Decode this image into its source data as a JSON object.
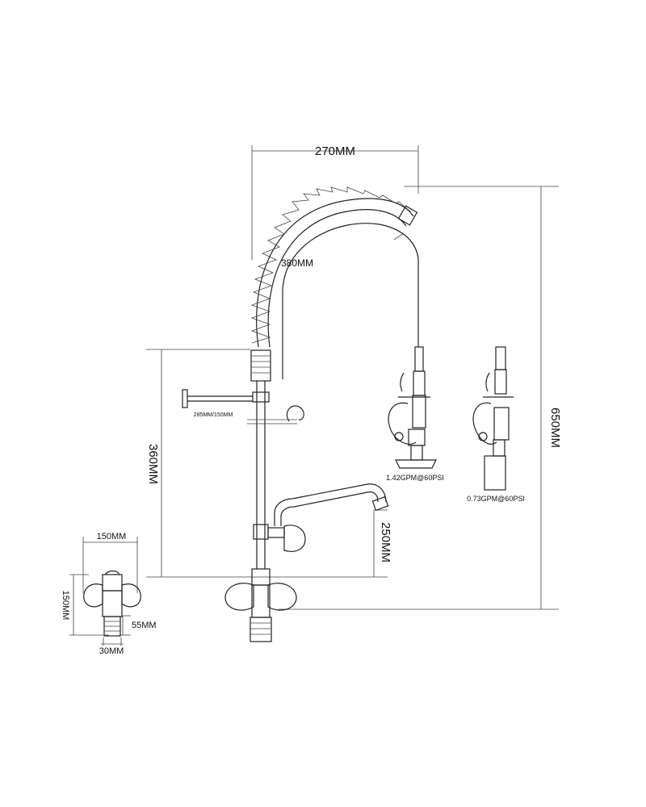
{
  "dimensions": {
    "coil_width": "270MM",
    "hose_length": "380MM",
    "column_height": "360MM",
    "total_height": "650MM",
    "spout_height": "250MM",
    "arm_length": "285MM/150MM",
    "base_width": "150MM",
    "base_height": "150MM",
    "thread_length": "55MM",
    "thread_diameter": "30MM"
  },
  "spray_valves": [
    {
      "flow_rating": "1.42GPM@60PSI"
    },
    {
      "flow_rating": "0.73GPM@60PSI"
    }
  ]
}
